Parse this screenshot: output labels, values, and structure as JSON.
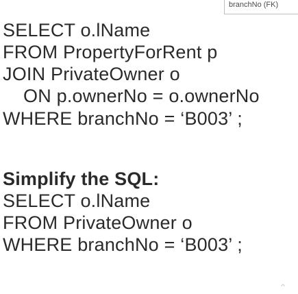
{
  "table_box": {
    "top_field": "branchNo",
    "fk_field": "branchNo (FK)"
  },
  "query1": {
    "line1": "SELECT o.lName",
    "line2": "FROM PropertyForRent p",
    "line3": "JOIN  PrivateOwner o",
    "line4": "ON p.ownerNo = o.ownerNo",
    "line5": "WHERE branchNo = ‘B003’ ;"
  },
  "simplify": {
    "heading": "Simplify the SQL:",
    "line1": "SELECT o.lName",
    "line2": "FROM PrivateOwner o",
    "line3": "WHERE branchNo = ‘B003’ ;"
  },
  "icons": {
    "scroll_up": "chevron-up-icon"
  }
}
